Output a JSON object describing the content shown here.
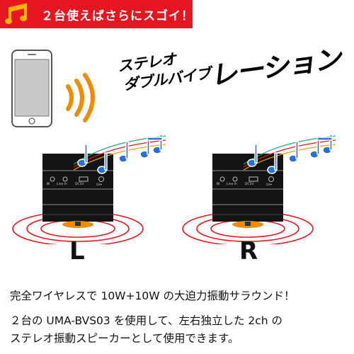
{
  "banner": {
    "text": "２台使えばさらにスゴイ！",
    "color": "#e5161f"
  },
  "headline": {
    "part1": "ステレオ",
    "part2": "ダブルバイブ",
    "part3": "レーション"
  },
  "speakers": {
    "left": {
      "label": "L",
      "ports": [
        "ⅡⅡ",
        "Line In",
        "DC5V",
        "⏻/⏯"
      ]
    },
    "right": {
      "label": "R",
      "ports": [
        "ⅡⅡ",
        "Line In",
        "DC5V",
        "⏻/⏯"
      ]
    }
  },
  "description": {
    "line1": "完全ワイヤレスで 10W+10W の大迫力振動サラウンド！",
    "line2": "２台の UMA-BVS03 を使用して、左右独立した 2ch の",
    "line3": "ステレオ振動スピーカーとして使用できます。"
  },
  "colors": {
    "wave_orange": "#f08a00",
    "ripple_red": "#e5161f",
    "note_blue": "#2a6fd8"
  }
}
